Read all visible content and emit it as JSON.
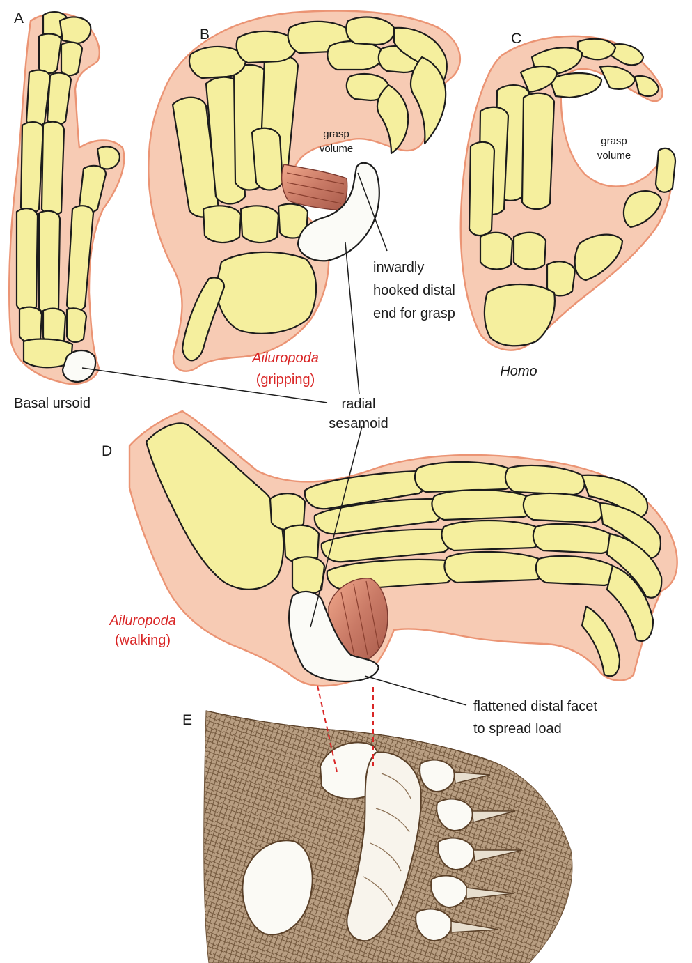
{
  "panels": {
    "a": "A",
    "b": "B",
    "c": "C",
    "d": "D",
    "e": "E"
  },
  "labels": {
    "basal_ursoid": "Basal ursoid",
    "grasp_b_1": "grasp",
    "grasp_b_2": "volume",
    "grasp_c_1": "grasp",
    "grasp_c_2": "volume",
    "hook_1": "inwardly",
    "hook_2": "hooked distal",
    "hook_3": "end for grasp",
    "sesamoid_1": "radial",
    "sesamoid_2": "sesamoid",
    "genus_grip": "Ailuropoda",
    "genus_grip_note": "(gripping)",
    "genus_walk": "Ailuropoda",
    "genus_walk_note": "(walking)",
    "homo": "Homo",
    "facet_1": "flattened distal facet",
    "facet_2": "to spread load"
  },
  "colors": {
    "bone": "#f5ef9e",
    "soft_tissue": "#f7cbb4",
    "tissue_rim": "#eb9474",
    "sesamoid": "#fbfbf7",
    "muscle_light": "#f2a98c",
    "muscle_dark": "#a85a4a",
    "genus_label": "#d92626",
    "fur": "#8a6e52"
  }
}
